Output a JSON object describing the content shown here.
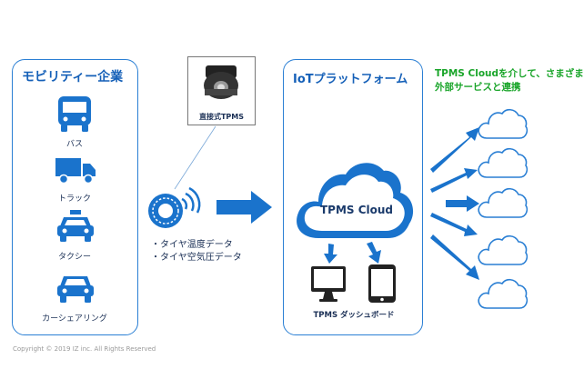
{
  "mobility": {
    "title": "モビリティー企業",
    "items": [
      {
        "label": "バス",
        "icon": "bus-icon"
      },
      {
        "label": "トラック",
        "icon": "truck-icon"
      },
      {
        "label": "タクシー",
        "icon": "taxi-icon"
      },
      {
        "label": "カーシェアリング",
        "icon": "car-icon"
      }
    ]
  },
  "sensor": {
    "label": "直接式TPMS",
    "data_lines": [
      "・タイヤ温度データ",
      "・タイヤ空気圧データ"
    ]
  },
  "platform": {
    "title": "IoTプラットフォーム",
    "cloud_label": "TPMS Cloud",
    "dashboard_label": "TPMS ダッシュボード"
  },
  "services": {
    "line1": "TPMS Cloudを介して、さまざまな",
    "line2": "外部サービスと連携"
  },
  "copyright": "Copyright © 2019 IZ inc. All Rights Reserved",
  "colors": {
    "accent": "#1a73cc",
    "border": "#2a7fd4",
    "green": "#1aa52a"
  }
}
